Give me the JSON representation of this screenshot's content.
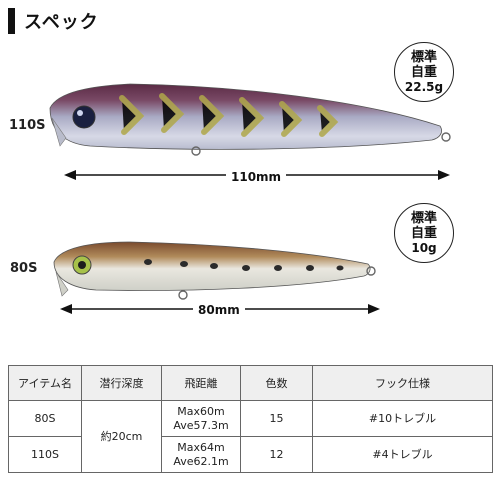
{
  "header": {
    "title": "スペック"
  },
  "lures": [
    {
      "model": "110S",
      "length_label": "110mm",
      "badge": {
        "line1": "標準",
        "line2": "自重",
        "weight": "22.5g"
      }
    },
    {
      "model": "80S",
      "length_label": "80mm",
      "badge": {
        "line1": "標準",
        "line2": "自重",
        "weight": "10g"
      }
    }
  ],
  "spec_table": {
    "headers": [
      "アイテム名",
      "潜行深度",
      "飛距離",
      "色数",
      "フック仕様"
    ],
    "depth_shared": "約20cm",
    "rows": [
      {
        "item": "80S",
        "distance_max": "Max60m",
        "distance_ave": "Ave57.3m",
        "colors": "15",
        "hook": "#10トレブル"
      },
      {
        "item": "110S",
        "distance_max": "Max64m",
        "distance_ave": "Ave62.1m",
        "colors": "12",
        "hook": "#4トレブル"
      }
    ]
  },
  "colors": {
    "header_bar": "#111111",
    "table_header_bg": "#efefef",
    "lure_110_back": "#6a3a52",
    "lure_110_stripes": "#a7a04a",
    "lure_80_back": "#8a5a3a",
    "lure_80_belly": "#e8e6dc"
  }
}
